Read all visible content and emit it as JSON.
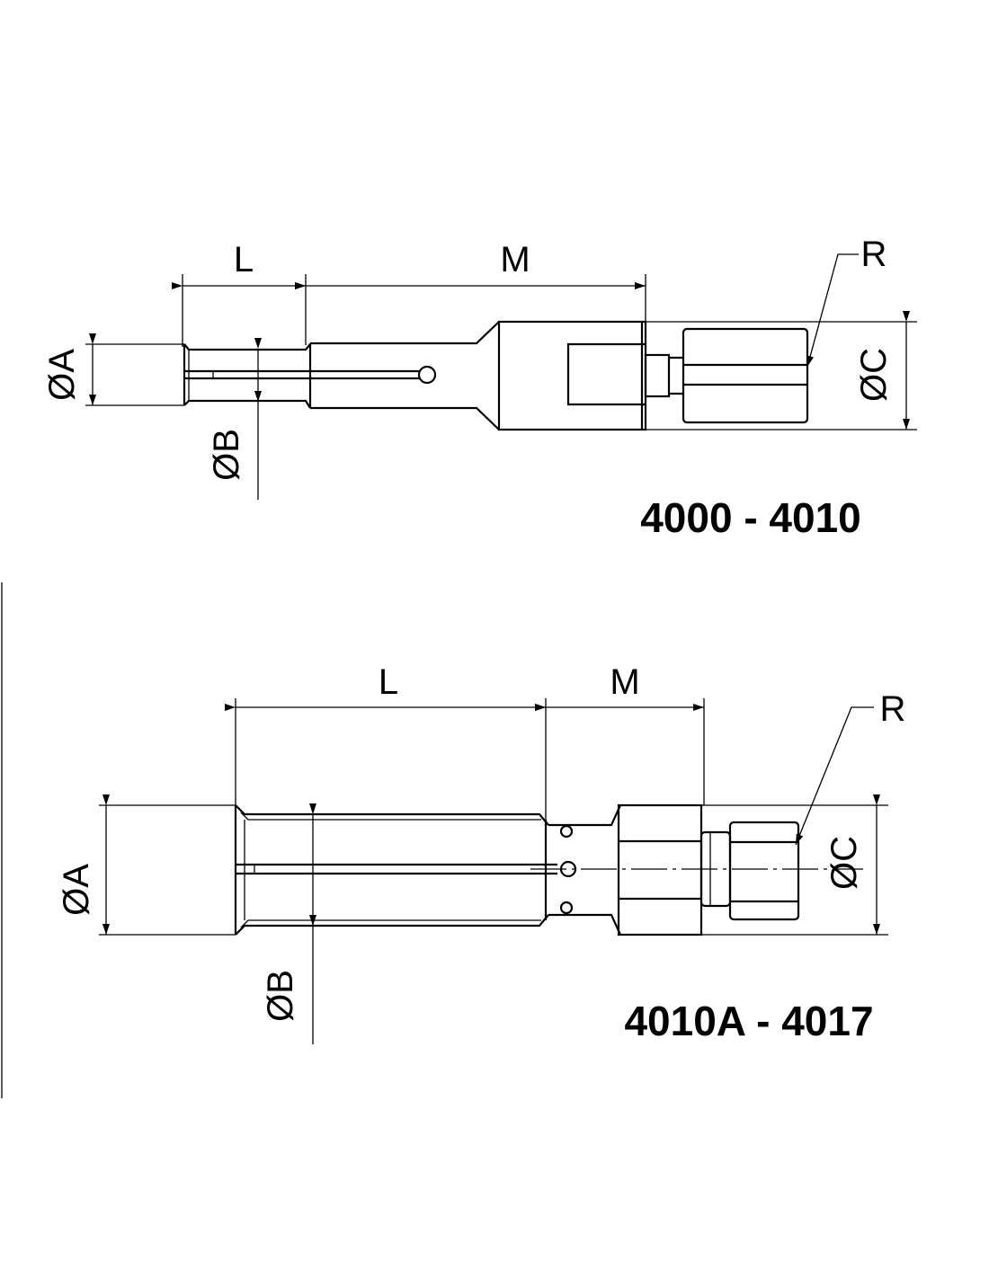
{
  "drawing_top": {
    "title": "4000 - 4010",
    "dim_L": "L",
    "dim_M": "M",
    "dim_R": "R",
    "dim_A": "ØA",
    "dim_B": "ØB",
    "dim_C": "ØC"
  },
  "drawing_bottom": {
    "title": "4010A - 4017",
    "dim_L": "L",
    "dim_M": "M",
    "dim_R": "R",
    "dim_A": "ØA",
    "dim_B": "ØB",
    "dim_C": "ØC"
  }
}
